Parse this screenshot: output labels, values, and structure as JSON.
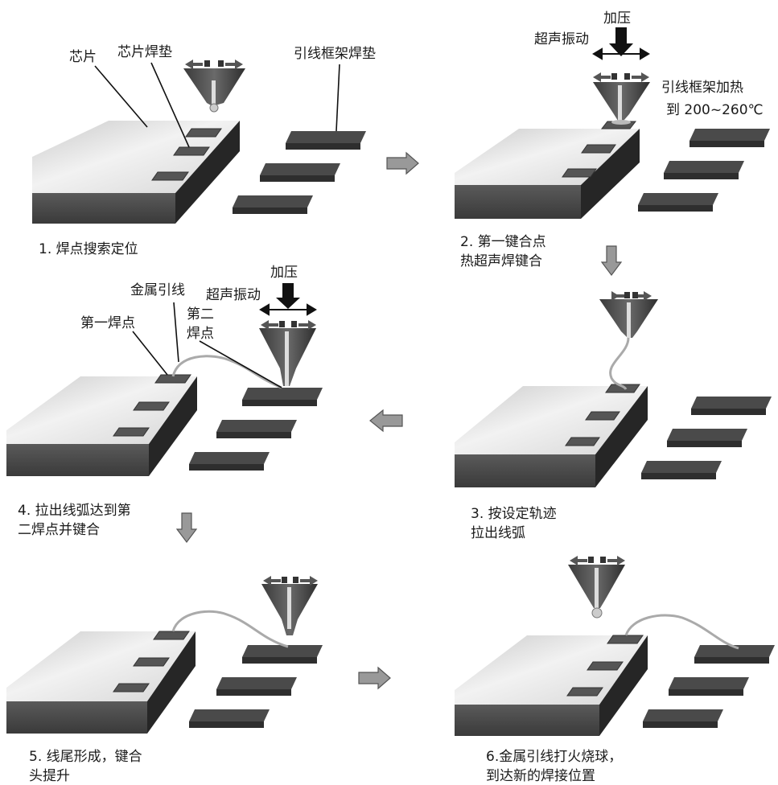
{
  "panels": [
    {
      "caption": [
        "1. 焊点搜索定位"
      ],
      "labels": {
        "chip": "芯片",
        "chip_pad": "芯片焊垫",
        "lead_pad": "引线框架焊垫"
      }
    },
    {
      "caption": [
        "2. 第一键合点",
        "热超声焊键合"
      ],
      "labels": {
        "press": "加压",
        "ultrasonic": "超声振动",
        "heating": [
          "引线框架加热",
          "到 200~260℃"
        ]
      }
    },
    {
      "caption": [
        "3. 按设定轨迹",
        "拉出线弧"
      ],
      "labels": {}
    },
    {
      "caption": [
        "4. 拉出线弧达到第",
        "二焊点并键合"
      ],
      "labels": {
        "wire": "金属引线",
        "press": "加压",
        "ultrasonic": "超声振动",
        "first_bond": "第一焊点",
        "second_bond": [
          "第二",
          "焊点"
        ]
      }
    },
    {
      "caption": [
        "5. 线尾形成，键合",
        "头提升"
      ],
      "labels": {}
    },
    {
      "caption": [
        "6.金属引线打火烧球，",
        "到达新的焊接位置"
      ],
      "labels": {}
    }
  ],
  "colors": {
    "arrow_fill": "#8a8a8a",
    "pad_fill": "#4a4a4a",
    "chip_top": "#e9e9e9",
    "chip_side": "#303030",
    "tool_fill": "#4d4d4d"
  }
}
